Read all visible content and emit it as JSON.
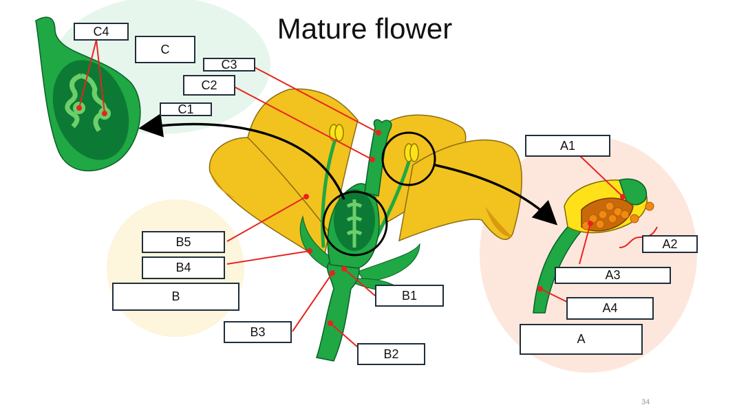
{
  "title": "Mature flower",
  "labels": {
    "a": "A",
    "a1": "A1",
    "a2": "A2",
    "a3": "A3",
    "a4": "A4",
    "b": "B",
    "b1": "B1",
    "b2": "B2",
    "b3": "B3",
    "b4": "B4",
    "b5": "B5",
    "c": "C",
    "c1": "C1",
    "c2": "C2",
    "c3": "C3",
    "c4": "C4"
  },
  "slide_number": "34",
  "colors": {
    "petal": "#f2c21f",
    "petal_dark": "#d99a0f",
    "green": "#1fa844",
    "dark_green": "#0c7a34",
    "light_green": "#6ccf6a",
    "pointer": "#e8231f",
    "pollen": "#f08a14",
    "anther": "#ffe11a",
    "bubble_c": "#e6f6ec",
    "bubble_a": "#fde7dc",
    "bubble_b": "#fdf5dc"
  }
}
